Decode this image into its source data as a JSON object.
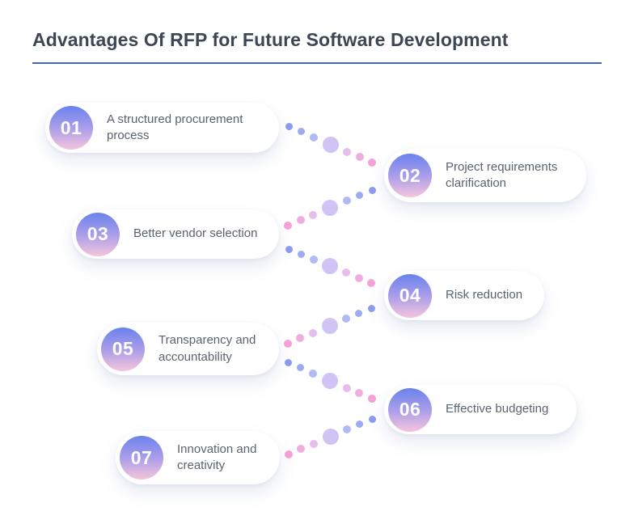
{
  "page": {
    "title": "Advantages Of RFP for Future Software Development",
    "title_color": "#3D4654",
    "underline_color": "#3C63DA",
    "background_color": "#FFFFFF"
  },
  "items": [
    {
      "number": "01",
      "label": "A structured procurement process"
    },
    {
      "number": "02",
      "label": "Project requirements clarification"
    },
    {
      "number": "03",
      "label": "Better vendor selection"
    },
    {
      "number": "04",
      "label": "Risk reduction"
    },
    {
      "number": "05",
      "label": "Transparency and accountability"
    },
    {
      "number": "06",
      "label": "Effective budgeting"
    },
    {
      "number": "07",
      "label": "Innovation and creativity"
    }
  ],
  "style": {
    "card_background": "#FFFFFF",
    "label_color": "#5A6370",
    "badge_number_color": "#FFFFFF",
    "badge_gradient": [
      "#6A82ED",
      "#AC9EE9",
      "#F5C5DC"
    ],
    "connector_dot_colors": [
      "#8C9CEF",
      "#9DACF1",
      "#B0BAF3",
      "#CFC4F4",
      "#E6BDEB",
      "#F0AEE0",
      "#F6A1D8"
    ]
  }
}
